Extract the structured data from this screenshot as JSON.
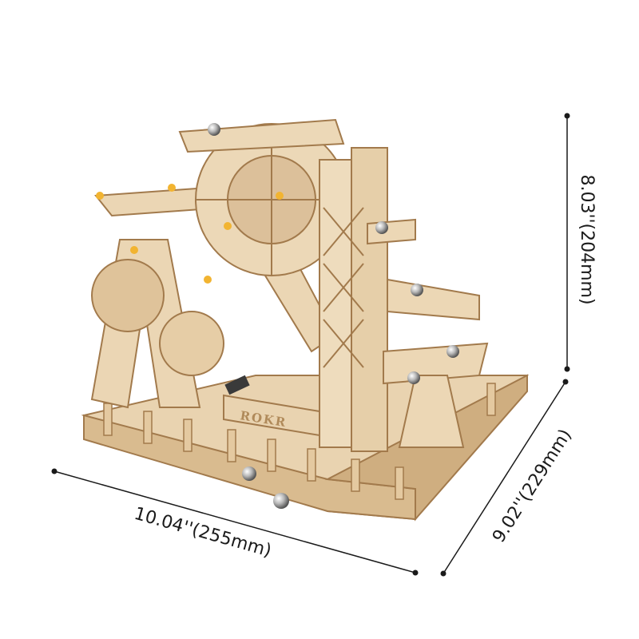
{
  "product": {
    "logo_text": "ROKR",
    "wood_color": "#e9d3b0",
    "wood_edge_color": "#a27a4c",
    "accent_peg_color": "#f2b431"
  },
  "dimensions": {
    "height": "8.03''(204mm)",
    "width": "10.04''(255mm)",
    "depth": "9.02''(229mm)"
  }
}
